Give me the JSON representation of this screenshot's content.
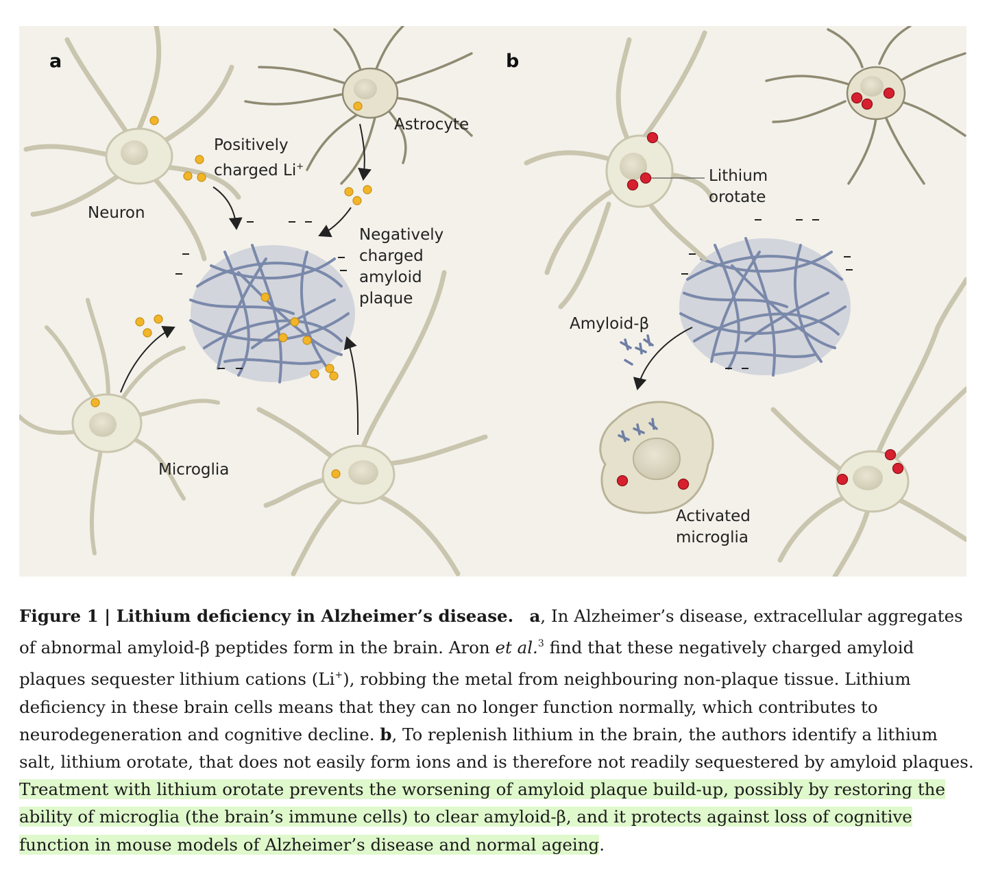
{
  "panels": {
    "a": {
      "letter": "a",
      "labels": {
        "neuron": "Neuron",
        "astrocyte": "Astrocyte",
        "li_line1": "Positively",
        "li_line2": "charged Li",
        "li_sup": "+",
        "plaque_lines": [
          "Negatively",
          "charged",
          "amyloid",
          "plaque"
        ],
        "microglia": "Microglia"
      }
    },
    "b": {
      "letter": "b",
      "labels": {
        "orotate_lines": [
          "Lithium",
          "orotate"
        ],
        "amyloid_beta": "Amyloid-β",
        "activated_lines": [
          "Activated",
          "microglia"
        ]
      }
    }
  },
  "caption": {
    "figure_label": "Figure 1 | ",
    "title": "Lithium deficiency in Alzheimer’s disease.",
    "a_letter": "a",
    "a_text_1": ", In Alzheimer’s disease, extracellular aggregates of abnormal amyloid-β peptides form in the brain. Aron ",
    "et_al": "et al.",
    "ref": "3",
    "a_text_2": " find that these negatively charged amyloid plaques sequester lithium cations (Li",
    "li_sup": "+",
    "a_text_3": "), robbing the metal from neighbouring non-plaque tissue. Lithium deficiency in these brain cells means that they can no longer function normally, which contributes to neurodegeneration and cognitive decline. ",
    "b_letter": "b",
    "b_text_1": ", To replenish lithium in the brain, the authors identify a lithium salt, lithium orotate, that does not easily form ions and is therefore not readily sequestered by amyloid plaques. ",
    "b_highlight": "Treatment with lithium orotate prevents the worsening of amyloid plaque build-up, possibly by restoring the ability of microglia (the brain’s immune cells) to clear amyloid-β, and it protects against loss of cognitive function in mouse models of Alzheimer’s disease and normal ageing",
    "end": "."
  },
  "colors": {
    "figure_bg": "#f3f1ea",
    "cell_fill": "#ecead9",
    "cell_stroke": "#c9c5ae",
    "plaque": "#6e7ea4",
    "lithium_ion": "#f2b52a",
    "lithium_orotate": "#d7202f",
    "highlight": "#dff8cc"
  }
}
